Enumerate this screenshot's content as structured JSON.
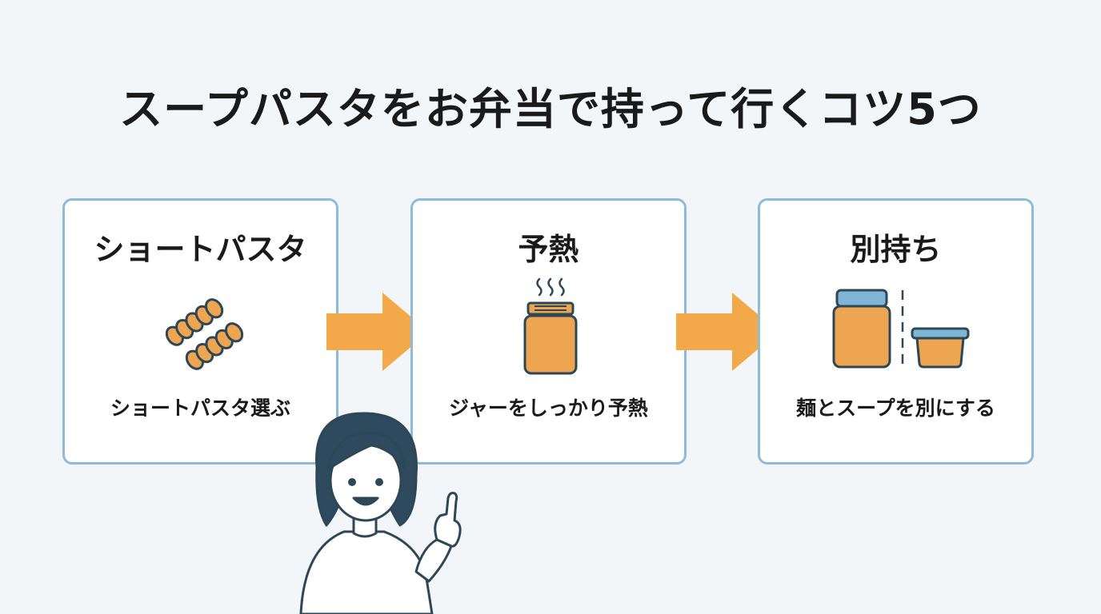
{
  "title": "スープパスタをお弁当で持って行くコツ5つ",
  "steps": [
    {
      "heading": "ショートパスタ",
      "caption": "ショートパスタ選ぶ",
      "icon": "fusilli-pasta-icon"
    },
    {
      "heading": "予熱",
      "caption": "ジャーをしっかり予熱",
      "icon": "steaming-jar-icon"
    },
    {
      "heading": "別持ち",
      "caption": "麺とスープを別にする",
      "icon": "jar-and-container-icon"
    }
  ],
  "colors": {
    "card_border": "#8dbbd8",
    "arrow": "#f3a94a",
    "icon_fill": "#eda552",
    "icon_stroke": "#2e4756",
    "lid_blue": "#7fb6d6",
    "background": "#f2f6f9"
  },
  "illustration": "pointing-person-illustration"
}
